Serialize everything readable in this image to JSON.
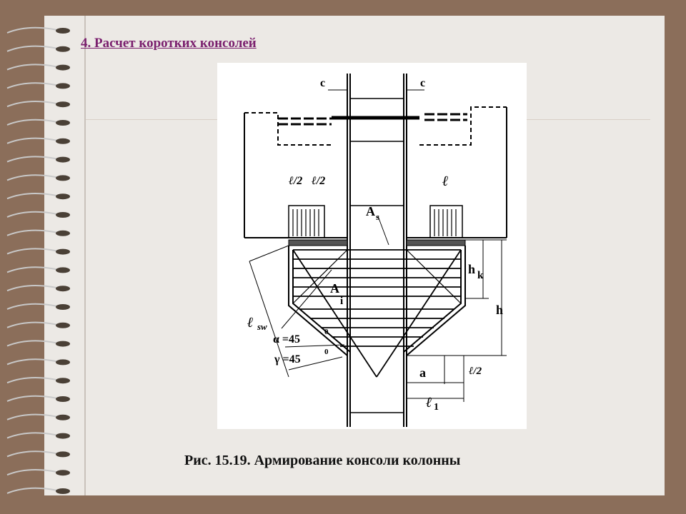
{
  "slide": {
    "title": "4. Расчет коротких консолей",
    "caption": "Рис. 15.19. Армирование консоли колонны"
  },
  "figure_labels": {
    "c_left": "c",
    "c_right": "c",
    "l_half_1": "ℓ/2",
    "l_half_2": "ℓ/2",
    "l_right": "ℓ",
    "As": "A",
    "As_sub": "s",
    "hk": "h",
    "hk_sub": "k",
    "Ai": "A",
    "Ai_sub": "i",
    "h": "h",
    "lsw": "ℓ",
    "lsw_sub": "sw",
    "alpha": "α =45",
    "alpha_sup": "0",
    "gamma": "γ =45",
    "gamma_sup": "0",
    "a": "a",
    "l_half_bottom": "ℓ/2",
    "l1": "ℓ",
    "l1_sub": "1"
  },
  "colors": {
    "background": "#8b6e5a",
    "paper": "#ece9e5",
    "title": "#7a1f6e"
  }
}
